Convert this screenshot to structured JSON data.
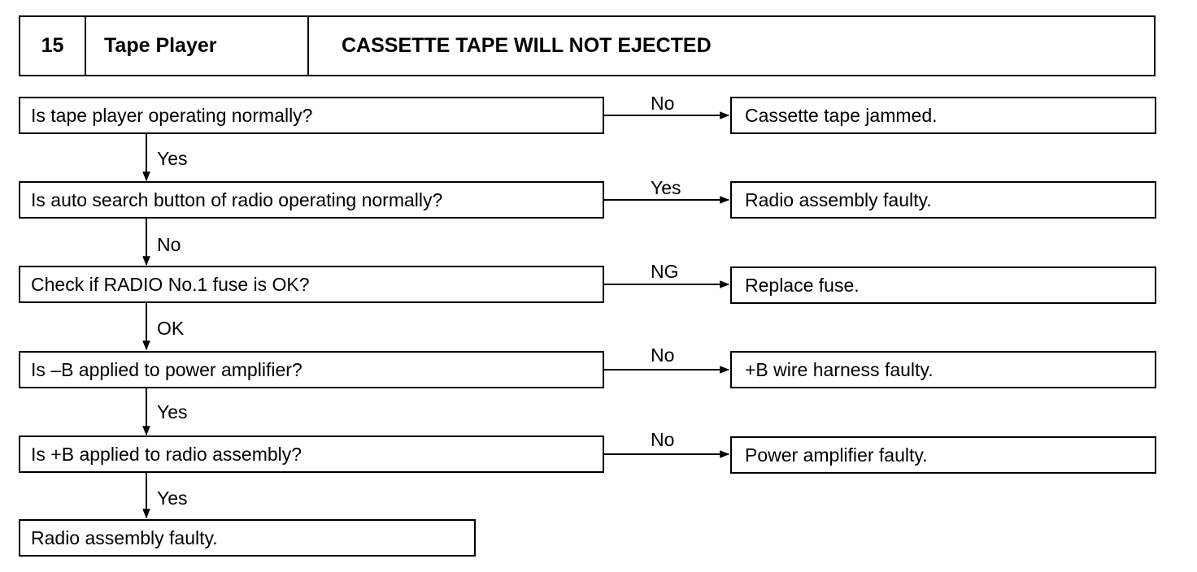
{
  "header": {
    "number": "15",
    "section": "Tape Player",
    "title": "CASSETTE TAPE WILL NOT EJECTED"
  },
  "steps": [
    {
      "question": "Is tape player operating normally?",
      "branch_label": "No",
      "result": "Cassette tape jammed.",
      "down_label": "Yes"
    },
    {
      "question": "Is auto search button of radio operating normally?",
      "branch_label": "Yes",
      "result": "Radio assembly faulty.",
      "down_label": "No"
    },
    {
      "question": "Check if RADIO No.1 fuse is OK?",
      "branch_label": "NG",
      "result": "Replace fuse.",
      "down_label": "OK"
    },
    {
      "question": "Is –B applied to power amplifier?",
      "branch_label": "No",
      "result": "+B wire harness faulty.",
      "down_label": "Yes"
    },
    {
      "question": "Is +B applied to radio assembly?",
      "branch_label": "No",
      "result": "Power amplifier faulty.",
      "down_label": "Yes"
    }
  ],
  "final_result": "Radio assembly faulty."
}
